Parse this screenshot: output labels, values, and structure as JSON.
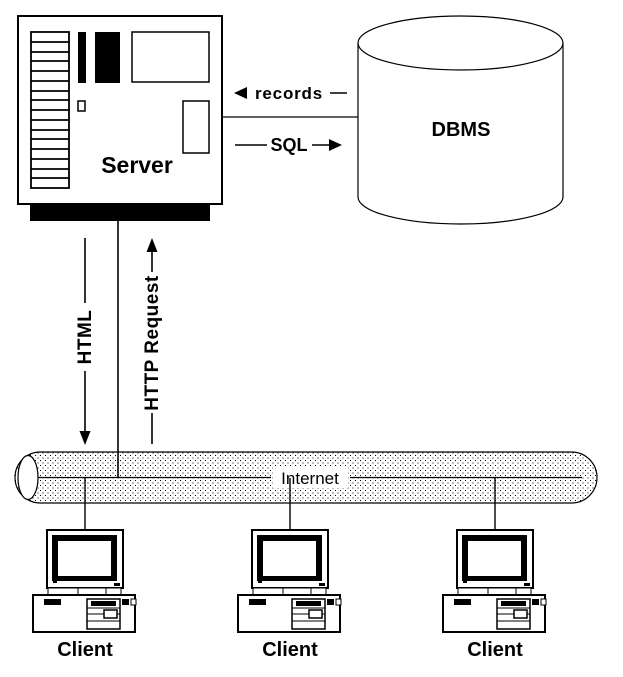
{
  "diagram": {
    "server": {
      "label": "Server"
    },
    "dbms": {
      "label": "DBMS"
    },
    "internet": {
      "label": "Internet"
    },
    "clients": [
      {
        "label": "Client"
      },
      {
        "label": "Client"
      },
      {
        "label": "Client"
      }
    ],
    "arrows": {
      "records": {
        "label": "records",
        "direction": "left-toward-server"
      },
      "sql": {
        "label": "SQL",
        "direction": "right-toward-dbms"
      },
      "html": {
        "label": "HTML",
        "direction": "down-toward-internet"
      },
      "http_request": {
        "label": "HTTP Request",
        "direction": "up-toward-server"
      }
    },
    "colors": {
      "ink": "#000000",
      "paper": "#ffffff"
    }
  }
}
